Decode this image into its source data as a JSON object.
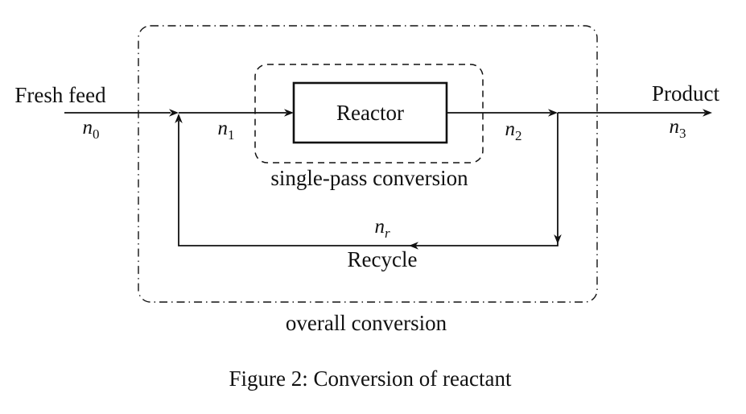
{
  "page": {
    "background_color": "#ffffff",
    "ink_color": "#111111"
  },
  "figure": {
    "caption": "Figure 2: Conversion of reactant"
  },
  "diagram": {
    "reactor_label": "Reactor",
    "single_pass_label": "single-pass conversion",
    "overall_label": "overall conversion",
    "streams": {
      "fresh_feed": {
        "label": "Fresh feed",
        "symbol_base": "n",
        "symbol_sub": "0"
      },
      "mixed_feed": {
        "symbol_base": "n",
        "symbol_sub": "1"
      },
      "reactor_outlet": {
        "symbol_base": "n",
        "symbol_sub": "2"
      },
      "product": {
        "label": "Product",
        "symbol_base": "n",
        "symbol_sub": "3"
      },
      "recycle": {
        "label": "Recycle",
        "symbol_base": "n",
        "symbol_sub": "r"
      }
    }
  }
}
